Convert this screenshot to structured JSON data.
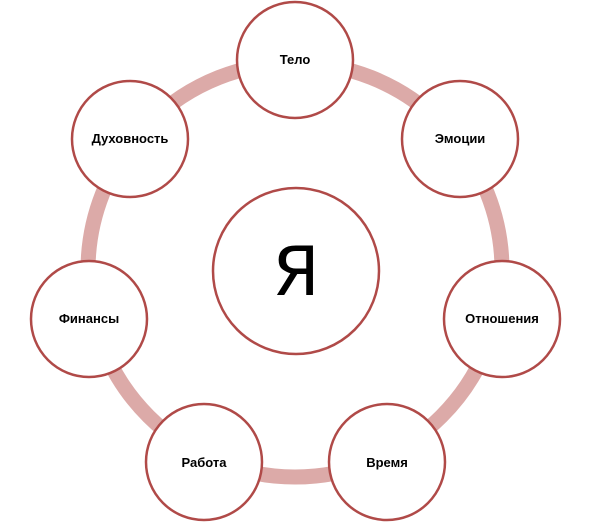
{
  "center": {
    "label": "Я"
  },
  "nodes": [
    {
      "id": "telo",
      "label": "Тело"
    },
    {
      "id": "emotsii",
      "label": "Эмоции"
    },
    {
      "id": "otnosheniya",
      "label": "Отношения"
    },
    {
      "id": "vremya",
      "label": "Время"
    },
    {
      "id": "rabota",
      "label": "Работа"
    },
    {
      "id": "finansy",
      "label": "Финансы"
    },
    {
      "id": "dukhovnost",
      "label": "Духовность"
    }
  ],
  "colors": {
    "ring": "#dcaaa8",
    "node_stroke": "#b04a48",
    "node_fill": "#ffffff",
    "text": "#000000"
  }
}
